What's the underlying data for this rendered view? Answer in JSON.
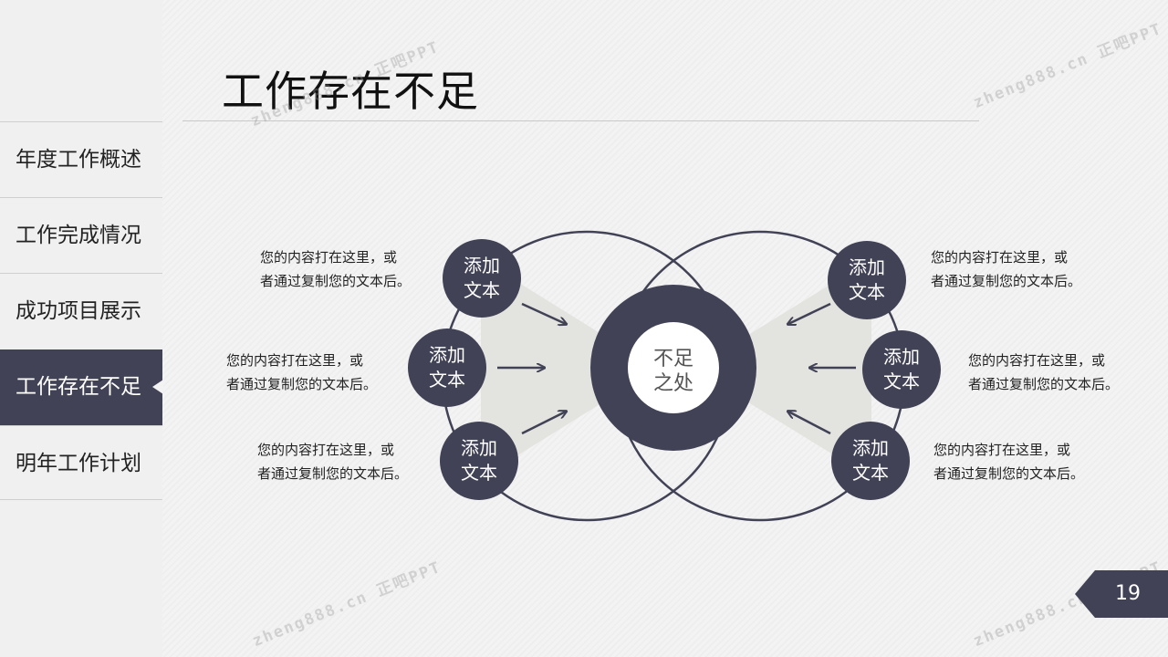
{
  "title": "工作存在不足",
  "sidebar": {
    "items": [
      {
        "label": "年度工作概述",
        "active": false
      },
      {
        "label": "工作完成情况",
        "active": false
      },
      {
        "label": "成功项目展示",
        "active": false
      },
      {
        "label": "工作存在不足",
        "active": true
      },
      {
        "label": "明年工作计划",
        "active": false
      }
    ]
  },
  "diagram": {
    "center_label": [
      "不足",
      "之处"
    ],
    "nodes": [
      {
        "label": [
          "添加",
          "文本"
        ],
        "text": [
          "您的内容打在这里，或",
          "者通过复制您的文本后。"
        ]
      },
      {
        "label": [
          "添加",
          "文本"
        ],
        "text": [
          "您的内容打在这里，或",
          "者通过复制您的文本后。"
        ]
      },
      {
        "label": [
          "添加",
          "文本"
        ],
        "text": [
          "您的内容打在这里，或",
          "者通过复制您的文本后。"
        ]
      },
      {
        "label": [
          "添加",
          "文本"
        ],
        "text": [
          "您的内容打在这里，或",
          "者通过复制您的文本后。"
        ]
      },
      {
        "label": [
          "添加",
          "文本"
        ],
        "text": [
          "您的内容打在这里，或",
          "者通过复制您的文本后。"
        ]
      },
      {
        "label": [
          "添加",
          "文本"
        ],
        "text": [
          "您的内容打在这里，或",
          "者通过复制您的文本后。"
        ]
      }
    ]
  },
  "watermark": "zheng888.cn 正吧PPT",
  "page_number": "19",
  "colors": {
    "accent": "#414256",
    "light_fill": "#e3e3e0",
    "text": "#222222"
  }
}
